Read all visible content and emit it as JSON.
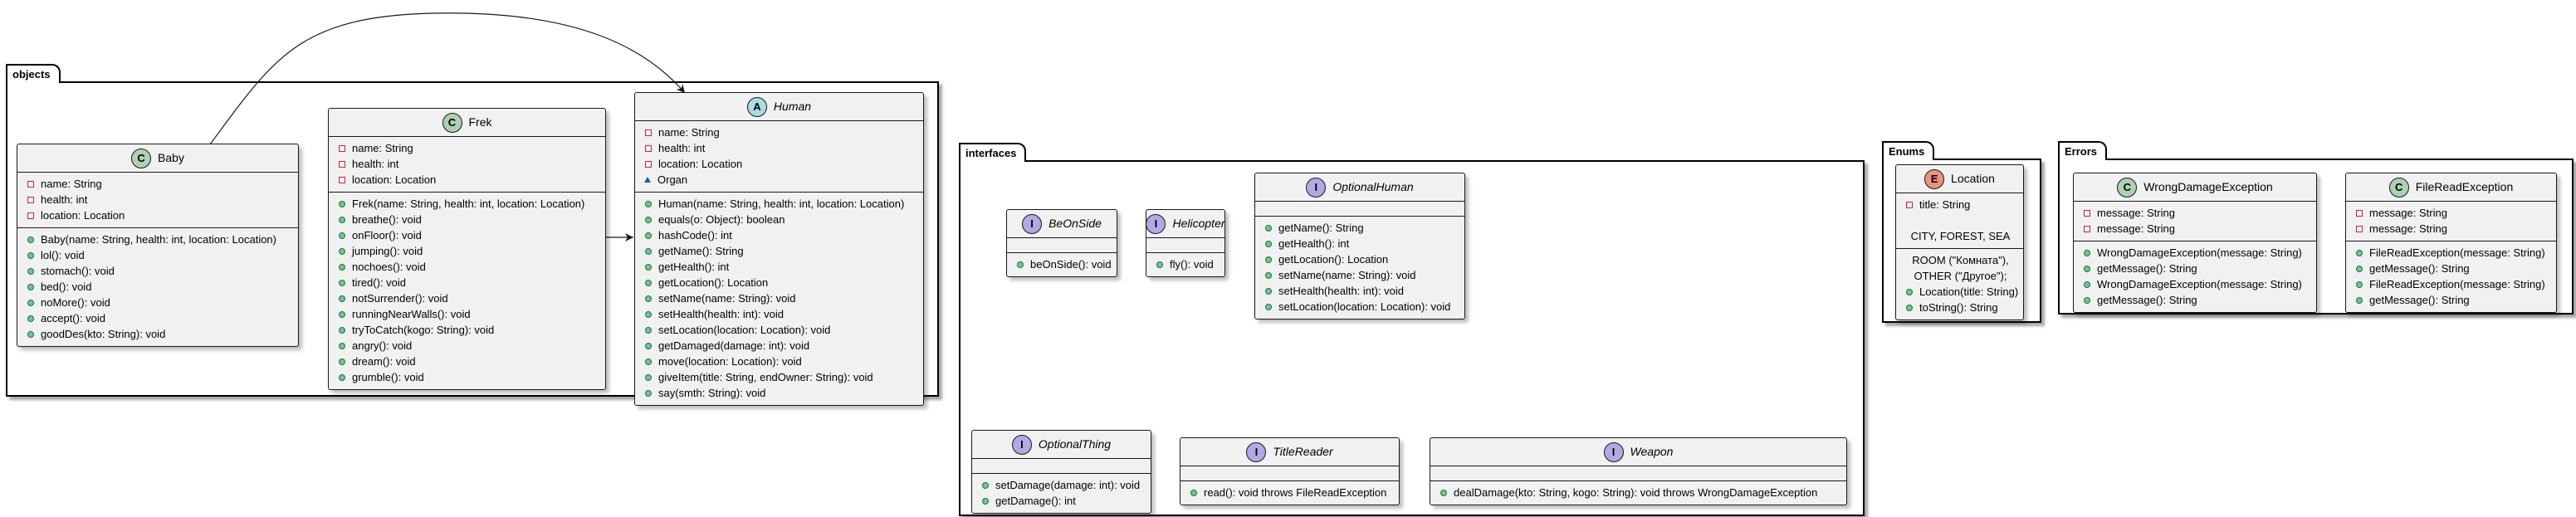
{
  "packages": [
    {
      "id": "objects",
      "label": "objects"
    },
    {
      "id": "interfaces",
      "label": "interfaces"
    },
    {
      "id": "enums",
      "label": "Enums"
    },
    {
      "id": "errors",
      "label": "Errors"
    }
  ],
  "colors": {
    "class_badge": "#add1b2",
    "abstract_badge": "#a9dcdf",
    "interface_badge": "#b4a7e5",
    "enum_badge": "#eb937f",
    "box_fill": "#f1f1f1",
    "private": "#c82930",
    "public": "#84be84"
  },
  "classes": [
    {
      "id": "baby",
      "name": "Baby",
      "kind": "C",
      "italic": false,
      "sections": [
        [
          {
            "v": "private",
            "t": "name: String"
          },
          {
            "v": "private",
            "t": "health: int"
          },
          {
            "v": "private",
            "t": "location: Location"
          }
        ],
        [
          {
            "v": "public",
            "t": "Baby(name: String, health: int, location: Location)"
          },
          {
            "v": "public",
            "t": "lol(): void"
          },
          {
            "v": "public",
            "t": "stomach(): void"
          },
          {
            "v": "public",
            "t": "bed(): void"
          },
          {
            "v": "public",
            "t": "noMore(): void"
          },
          {
            "v": "public",
            "t": "accept(): void"
          },
          {
            "v": "public",
            "t": "goodDes(kto: String): void"
          }
        ]
      ]
    },
    {
      "id": "frek",
      "name": "Frek",
      "kind": "C",
      "italic": false,
      "sections": [
        [
          {
            "v": "private",
            "t": "name: String"
          },
          {
            "v": "private",
            "t": "health: int"
          },
          {
            "v": "private",
            "t": "location: Location"
          }
        ],
        [
          {
            "v": "public",
            "t": "Frek(name: String, health: int, location: Location)"
          },
          {
            "v": "public",
            "t": "breathe(): void"
          },
          {
            "v": "public",
            "t": "onFloor(): void"
          },
          {
            "v": "public",
            "t": "jumping(): void"
          },
          {
            "v": "public",
            "t": "nochoes(): void"
          },
          {
            "v": "public",
            "t": "tired(): void"
          },
          {
            "v": "public",
            "t": "notSurrender(): void"
          },
          {
            "v": "public",
            "t": "runningNearWalls(): void"
          },
          {
            "v": "public",
            "t": "tryToCatch(kogo: String): void"
          },
          {
            "v": "public",
            "t": "angry(): void"
          },
          {
            "v": "public",
            "t": "dream(): void"
          },
          {
            "v": "public",
            "t": "grumble(): void"
          }
        ]
      ]
    },
    {
      "id": "human",
      "name": "Human",
      "kind": "A",
      "italic": true,
      "sections": [
        [
          {
            "v": "private",
            "t": "name: String"
          },
          {
            "v": "private",
            "t": "health: int"
          },
          {
            "v": "private",
            "t": "location: Location"
          },
          {
            "v": "package",
            "t": "Organ"
          }
        ],
        [
          {
            "v": "public",
            "t": "Human(name: String, health: int, location: Location)"
          },
          {
            "v": "public",
            "t": "equals(o: Object): boolean"
          },
          {
            "v": "public",
            "t": "hashCode(): int"
          },
          {
            "v": "public",
            "t": "getName(): String"
          },
          {
            "v": "public",
            "t": "getHealth(): int"
          },
          {
            "v": "public",
            "t": "getLocation(): Location"
          },
          {
            "v": "public",
            "t": "setName(name: String): void"
          },
          {
            "v": "public",
            "t": "setHealth(health: int): void"
          },
          {
            "v": "public",
            "t": "setLocation(location: Location): void"
          },
          {
            "v": "public",
            "t": "getDamaged(damage: int): void"
          },
          {
            "v": "public",
            "t": "move(location: Location): void"
          },
          {
            "v": "public",
            "t": "giveItem(title: String, endOwner: String): void"
          },
          {
            "v": "public",
            "t": "say(smth: String): void"
          }
        ]
      ]
    },
    {
      "id": "beonside",
      "name": "BeOnSide",
      "kind": "I",
      "italic": true,
      "sections": [
        [],
        [
          {
            "v": "public",
            "t": "beOnSide(): void"
          }
        ]
      ]
    },
    {
      "id": "helicopter",
      "name": "Helicopter",
      "kind": "I",
      "italic": true,
      "sections": [
        [],
        [
          {
            "v": "public",
            "t": "fly(): void"
          }
        ]
      ]
    },
    {
      "id": "optionalhuman",
      "name": "OptionalHuman",
      "kind": "I",
      "italic": true,
      "sections": [
        [],
        [
          {
            "v": "public",
            "t": "getName(): String"
          },
          {
            "v": "public",
            "t": "getHealth(): int"
          },
          {
            "v": "public",
            "t": "getLocation(): Location"
          },
          {
            "v": "public",
            "t": "setName(name: String): void"
          },
          {
            "v": "public",
            "t": "setHealth(health: int): void"
          },
          {
            "v": "public",
            "t": "setLocation(location: Location): void"
          }
        ]
      ]
    },
    {
      "id": "optionalthing",
      "name": "OptionalThing",
      "kind": "I",
      "italic": true,
      "sections": [
        [],
        [
          {
            "v": "public",
            "t": "setDamage(damage: int): void"
          },
          {
            "v": "public",
            "t": "getDamage(): int"
          }
        ]
      ]
    },
    {
      "id": "titlereader",
      "name": "TitleReader",
      "kind": "I",
      "italic": true,
      "sections": [
        [],
        [
          {
            "v": "public",
            "t": "read(): void throws FileReadException"
          }
        ]
      ]
    },
    {
      "id": "weapon",
      "name": "Weapon",
      "kind": "I",
      "italic": true,
      "sections": [
        [],
        [
          {
            "v": "public",
            "t": "dealDamage(kto: String, kogo: String): void throws WrongDamageException"
          }
        ]
      ]
    },
    {
      "id": "location",
      "name": "Location",
      "kind": "E",
      "italic": false,
      "sections": [
        [
          {
            "v": "private",
            "t": "title: String"
          },
          {
            "v": "none",
            "t": ""
          },
          {
            "v": "center",
            "t": "CITY, FOREST, SEA"
          }
        ],
        [
          {
            "v": "center",
            "t": "ROOM (\"Комната\"),"
          },
          {
            "v": "center",
            "t": "OTHER (\"Другое\");"
          },
          {
            "v": "public",
            "t": "Location(title: String)"
          },
          {
            "v": "public",
            "t": "toString(): String"
          }
        ]
      ]
    },
    {
      "id": "wrongdamage",
      "name": "WrongDamageException",
      "kind": "C",
      "italic": false,
      "sections": [
        [
          {
            "v": "private",
            "t": "message: String"
          },
          {
            "v": "private",
            "t": "message: String"
          }
        ],
        [
          {
            "v": "public",
            "t": "WrongDamageException(message: String)"
          },
          {
            "v": "public",
            "t": "getMessage(): String"
          },
          {
            "v": "public",
            "t": "WrongDamageException(message: String)"
          },
          {
            "v": "public",
            "t": "getMessage(): String"
          }
        ]
      ]
    },
    {
      "id": "fileread",
      "name": "FileReadException",
      "kind": "C",
      "italic": false,
      "sections": [
        [
          {
            "v": "private",
            "t": "message: String"
          },
          {
            "v": "private",
            "t": "message: String"
          }
        ],
        [
          {
            "v": "public",
            "t": "FileReadException(message: String)"
          },
          {
            "v": "public",
            "t": "getMessage(): String"
          },
          {
            "v": "public",
            "t": "FileReadException(message: String)"
          },
          {
            "v": "public",
            "t": "getMessage(): String"
          }
        ]
      ]
    }
  ]
}
